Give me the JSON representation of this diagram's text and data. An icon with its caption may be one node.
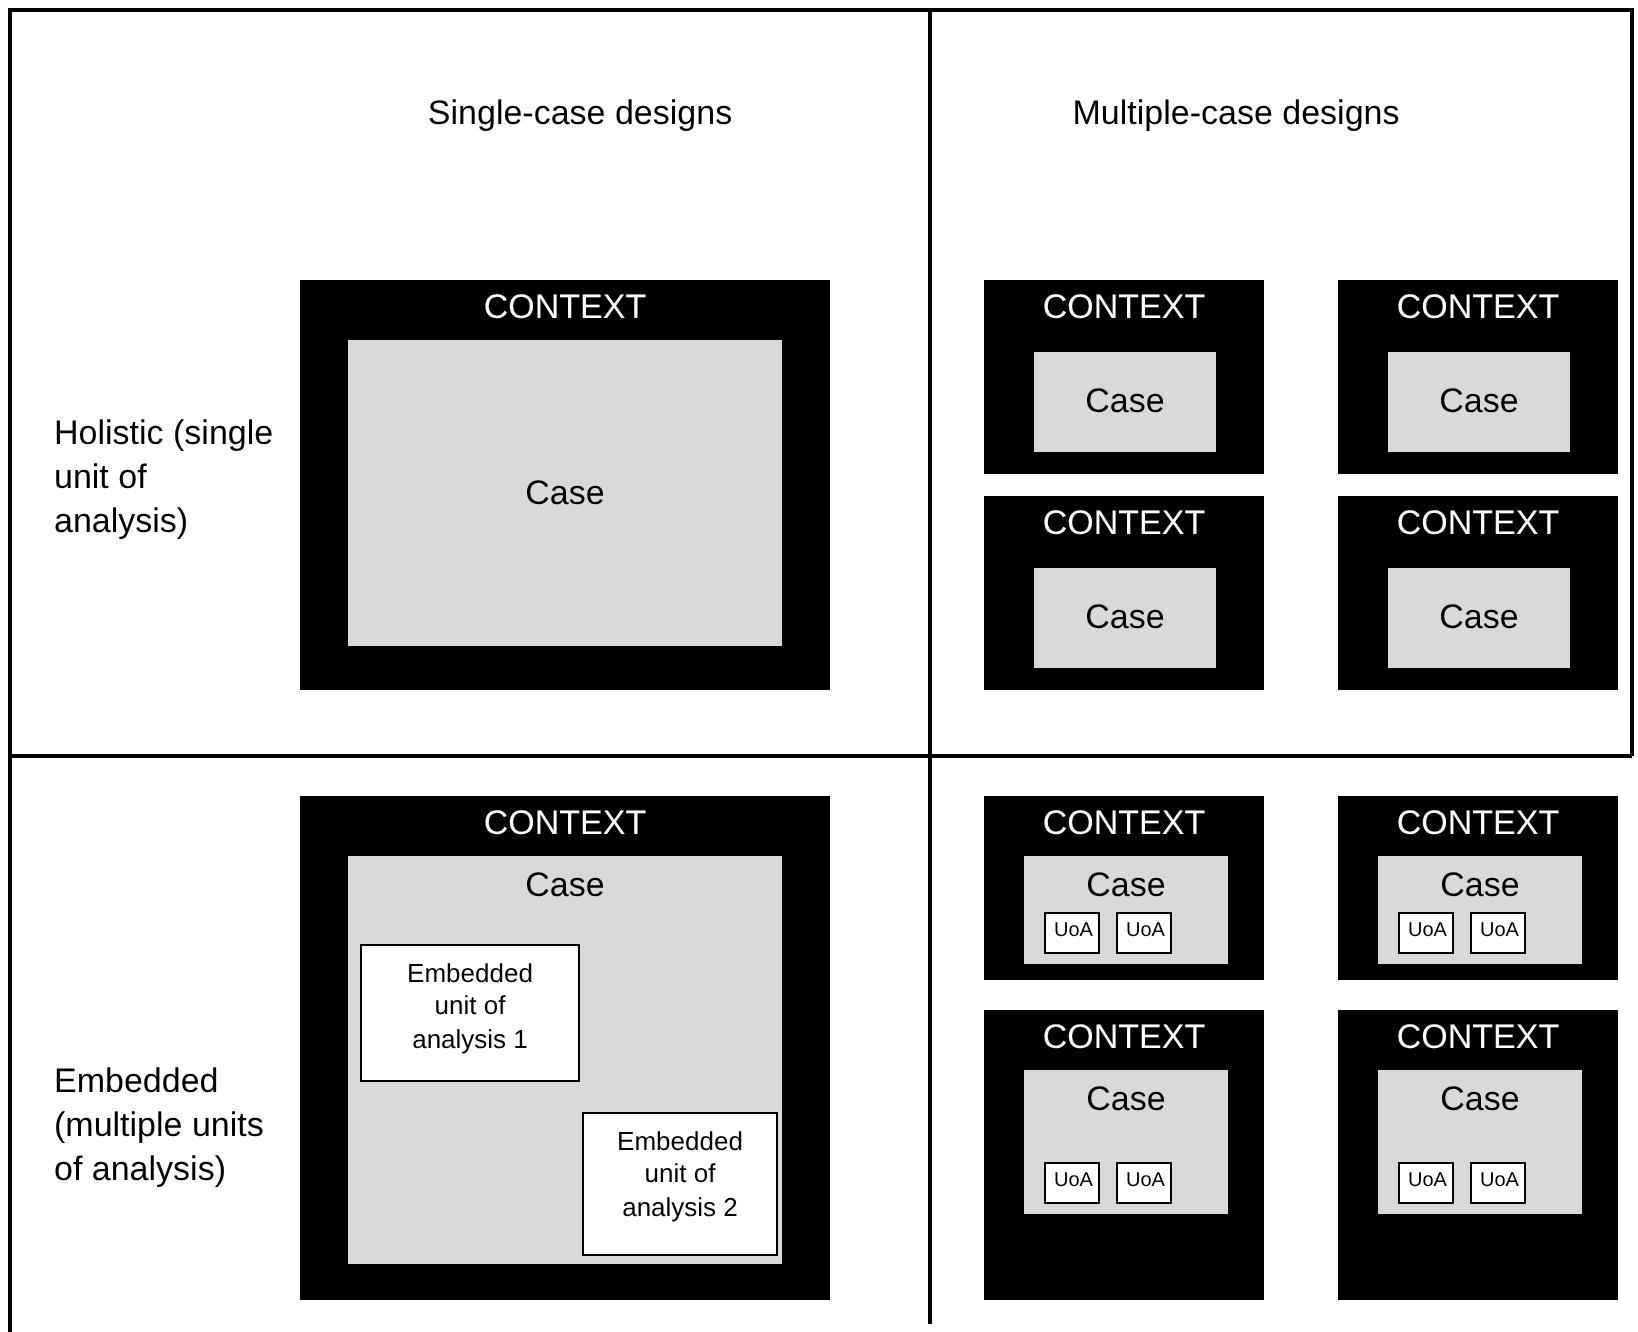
{
  "diagram": {
    "nodes": [
      {
        "text": [
          "CONTEXT"
        ]
      },
      {
        "text": [
          "Case"
        ],
        "in": 0
      },
      {
        "text": [
          "CONTEXT"
        ]
      },
      {
        "text": [
          "Case"
        ],
        "in": 2
      },
      {
        "text": [
          "CONTEXT"
        ]
      },
      {
        "text": [
          "Case"
        ],
        "in": 4
      },
      {
        "text": [
          "CONTEXT"
        ]
      },
      {
        "text": [
          "Case"
        ],
        "in": 6
      },
      {
        "text": [
          "CONTEXT"
        ]
      },
      {
        "text": [
          "Case"
        ],
        "in": 8
      },
      {
        "text": [
          "CONTEXT"
        ]
      },
      {
        "text": [
          "Case"
        ],
        "in": 10
      },
      {
        "text": [
          "Embedded unit of analysis 1"
        ],
        "in": 11
      },
      {
        "text": [
          "Embedded unit of analysis 2"
        ],
        "in": 11
      },
      {
        "text": [
          "CONTEXT"
        ]
      },
      {
        "text": [
          "Case"
        ],
        "in": 14
      },
      {
        "text": [
          "UoA"
        ],
        "in": 15
      },
      {
        "text": [
          "UoA"
        ],
        "in": 15
      },
      {
        "text": [
          "CONTEXT"
        ]
      },
      {
        "text": [
          "Case"
        ],
        "in": 18
      },
      {
        "text": [
          "UoA"
        ],
        "in": 19
      },
      {
        "text": [
          "UoA"
        ],
        "in": 19
      },
      {
        "text": [
          "CONTEXT"
        ]
      },
      {
        "text": [
          "Case"
        ],
        "in": 22
      },
      {
        "text": [
          "UoA"
        ],
        "in": 23
      },
      {
        "text": [
          "UoA"
        ],
        "in": 23
      },
      {
        "text": [
          "CONTEXT"
        ]
      },
      {
        "text": [
          "Case"
        ],
        "in": 26
      },
      {
        "text": [
          "UoA"
        ],
        "in": 27
      },
      {
        "text": [
          "UoA"
        ],
        "in": 27
      }
    ],
    "labels": [
      "Single-case designs",
      "Multiple-case designs",
      "Holistic (single unit of analysis)",
      "Embedded (multiple units of analysis)"
    ]
  }
}
